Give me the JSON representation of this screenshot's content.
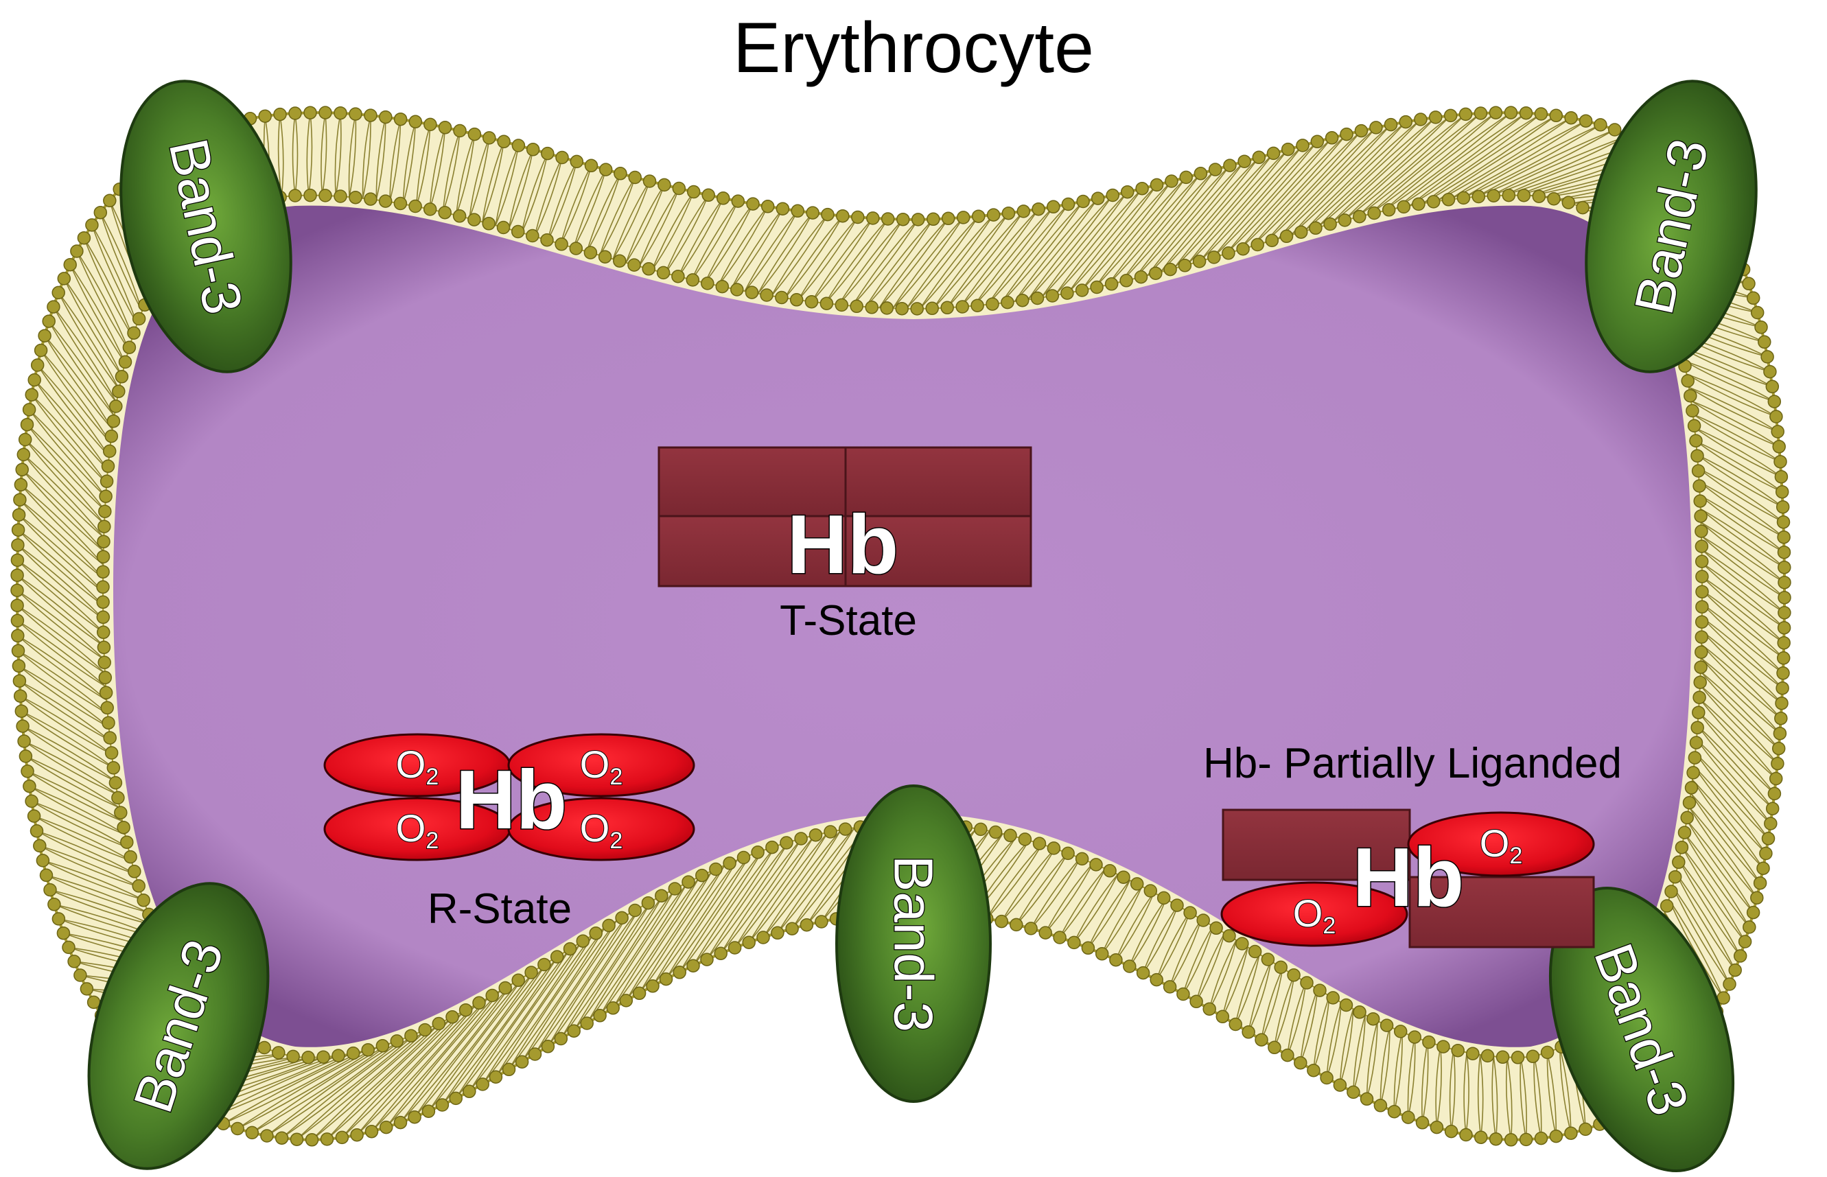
{
  "title": "Erythrocyte",
  "colors": {
    "cytoplasm": "#b488c6",
    "membrane_head": "#a59a2e",
    "membrane_tail": "#f5efc8",
    "band3": "#3e6e22",
    "hemoglobin_t": "#852e38",
    "oxygen_ellipse": "#e00b1a"
  },
  "band3_label": "Band-3",
  "hb_label": "Hb",
  "o2": {
    "main": "O",
    "sub": "2"
  },
  "t_state": {
    "label": "T-State"
  },
  "r_state": {
    "label": "R-State"
  },
  "partial": {
    "label": "Hb- Partially Liganded"
  }
}
